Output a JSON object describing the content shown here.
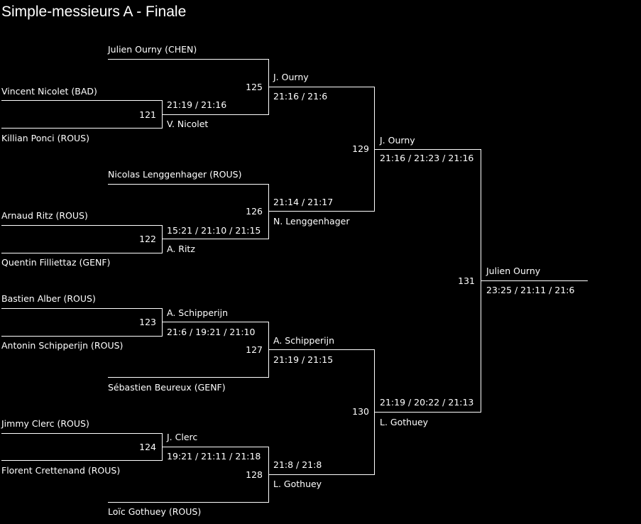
{
  "title": "Simple-messieurs A - Finale",
  "round1": {
    "players": [
      "Vincent Nicolet (BAD)",
      "Killian Ponci (ROUS)",
      "Arnaud Ritz (ROUS)",
      "Quentin Filliettaz (GENF)",
      "Bastien Alber (ROUS)",
      "Antonin Schipperijn (ROUS)",
      "Jimmy Clerc (ROUS)",
      "Florent Crettenand (ROUS)"
    ],
    "matches": [
      {
        "number": "121",
        "winner": "V. Nicolet",
        "score": "21:19 / 21:16"
      },
      {
        "number": "122",
        "winner": "A. Ritz",
        "score": "15:21 / 21:10 / 21:15"
      },
      {
        "number": "123",
        "winner": "A. Schipperijn",
        "score": "21:6 / 19:21 / 21:10"
      },
      {
        "number": "124",
        "winner": "J. Clerc",
        "score": "19:21 / 21:11 / 21:18"
      }
    ]
  },
  "round2": {
    "seeds": [
      "Julien Ourny (CHEN)",
      "Nicolas Lenggenhager (ROUS)",
      "Sébastien Beureux (GENF)",
      "Loïc Gothuey (ROUS)"
    ],
    "matches": [
      {
        "number": "125",
        "winner": "J. Ourny",
        "score": "21:16 / 21:6"
      },
      {
        "number": "126",
        "winner": "N. Lenggenhager",
        "score": "21:14 / 21:17"
      },
      {
        "number": "127",
        "winner": "A. Schipperijn",
        "score": "21:19 / 21:15"
      },
      {
        "number": "128",
        "winner": "L. Gothuey",
        "score": "21:8 / 21:8"
      }
    ]
  },
  "round3": {
    "matches": [
      {
        "number": "129",
        "winner": "J. Ourny",
        "score": "21:16 / 21:23 / 21:16"
      },
      {
        "number": "130",
        "winner": "L. Gothuey",
        "score": "21:19 / 20:22 / 21:13"
      }
    ]
  },
  "final": {
    "number": "131",
    "winner": "Julien Ourny",
    "score": "23:25 / 21:11 / 21:6"
  }
}
